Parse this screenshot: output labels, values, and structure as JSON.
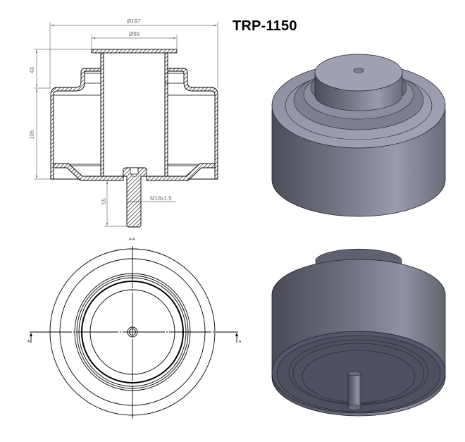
{
  "title": "TRP-1150",
  "section_view": {
    "dimensions": {
      "outer_diameter": "Ø197",
      "plate_diameter": "Ø99",
      "upper_height": "43",
      "body_height": "106",
      "bolt_length": "55",
      "thread": "M18x1,5"
    }
  },
  "top_view": {
    "section_label": "A-A",
    "cut_marker_left": "A",
    "cut_marker_right": "A"
  },
  "renders": {
    "top_iso": "isometric view from above",
    "bottom_iso": "isometric view from below"
  },
  "colors": {
    "line": "#000000",
    "dim_line": "#707070",
    "metal_light": "#9a9cae",
    "metal_dark": "#4c4d5a"
  }
}
